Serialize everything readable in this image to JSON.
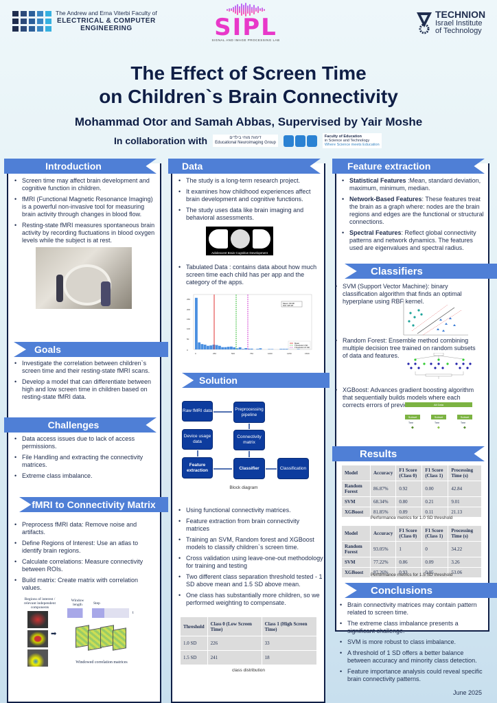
{
  "header": {
    "ece_logo": {
      "line1": "The Andrew and Erna Viterbi Faculty of",
      "line2": "ELECTRICAL & COMPUTER",
      "line3": "ENGINEERING"
    },
    "sipl_logo": {
      "name": "SIPL",
      "subtitle": "SIGNAL AND IMAGE PROCESSING LAB"
    },
    "technion_logo": {
      "name": "TECHNION",
      "line2": "Israel Institute",
      "line3": "of Technology"
    },
    "title_line1": "The Effect of Screen Time",
    "title_line2": "on Children`s Brain Connectivity",
    "authors": "Mohammad Otor and Samah Abbas, Supervised by Yair Moshe",
    "collab_label": "In collaboration with",
    "neuro_group": {
      "hebrew": "דימות מוחי בילדים",
      "english": "Educational Neuroimaging Group"
    },
    "edu_faculty": {
      "line1": "Faculty of Education",
      "line2": "in Science and Technology",
      "line3": "Where Science meets Education"
    }
  },
  "colors": {
    "banner": "#4f7fd6",
    "dark_navy": "#0f1e45",
    "box_blue": "#0d3c9e"
  },
  "introduction": {
    "title": "Introduction",
    "items": [
      "Screen time may affect brain development and cognitive function in children.",
      "fMRI (Functional Magnetic Resonance Imaging) is a powerful non-invasive tool for measuring brain activity through changes in blood flow.",
      "Resting-state fMRI measures spontaneous brain activity by recording fluctuations in blood oxygen levels while the subject is at rest."
    ]
  },
  "goals": {
    "title": "Goals",
    "items": [
      "Investigate the correlation between children`s screen time and their resting-state fMRI scans.",
      "Develop a model that can differentiate between high and low screen time in children based on resting-state fMRI data."
    ]
  },
  "challenges": {
    "title": "Challenges",
    "items": [
      "Data access issues due to lack of access permissions.",
      "File Handling and extracting the connectivity matrices.",
      "Extreme class imbalance."
    ]
  },
  "fmri_matrix": {
    "title": "fMRI to Connectivity Matrix",
    "items": [
      "Preprocess fMRI data: Remove noise and artifacts.",
      "Define Regions of Interest: Use an atlas to identify brain regions.",
      "Calculate correlations: Measure connectivity between ROIs.",
      "Build matrix: Create matrix with correlation values."
    ],
    "figure": {
      "roi_label": "Regions of interest / relevant independent components",
      "window_label": "Window length",
      "step_label": "Step",
      "matrices_label": "Windowed correlation matrices",
      "t_label": "t"
    }
  },
  "data": {
    "title": "Data",
    "items": [
      "The study is a long-term research project.",
      "It examines how childhood experiences affect brain development and cognitive functions.",
      "The study uses data like brain imaging and behavioral assessments."
    ],
    "abcd_caption": "Adolescent Brain Cognitive Development",
    "tabulated": "Tabulated Data : contains data about how much screen time each child has per app and the category of the apps."
  },
  "chart_data": {
    "type": "bar",
    "title": "",
    "xlabel": "",
    "ylabel": "",
    "x": [
      0,
      50,
      100,
      150,
      200,
      250,
      300,
      350,
      400,
      450,
      500,
      550,
      600,
      650,
      700,
      750,
      800,
      850,
      900,
      950,
      1000,
      1050,
      1100,
      1150,
      1200,
      1250,
      1300,
      1350,
      1400,
      1450,
      1500,
      1550,
      1600,
      1650,
      1700,
      1750,
      1800,
      1850,
      1900,
      1950
    ],
    "values": [
      270,
      37,
      28,
      25,
      19,
      21,
      25,
      23,
      19,
      12,
      12,
      14,
      15,
      11,
      6,
      11,
      3,
      7,
      4,
      4,
      0,
      3,
      6,
      0,
      0,
      2,
      2,
      0,
      0,
      3,
      3,
      3,
      0,
      0,
      0,
      2,
      0,
      0,
      0,
      0
    ],
    "ylim": [
      0,
      280
    ],
    "xlim": [
      0,
      2000
    ],
    "yticks": [
      0,
      25,
      50,
      75,
      100,
      125,
      150,
      175,
      200,
      225,
      250,
      275
    ],
    "xticks": [
      0,
      250,
      500,
      750,
      1000,
      1250,
      1500,
      1750,
      2000
    ],
    "vlines": [
      {
        "name": "Mean",
        "x": 286,
        "color": "#e03030",
        "style": "solid"
      },
      {
        "name": "Threshold 1 SD",
        "x": 570,
        "color": "#40c040",
        "style": "dashed"
      },
      {
        "name": "Threshold 1.5 SD",
        "x": 715,
        "color": "#d040d0",
        "style": "dashed"
      }
    ],
    "annotation": "Mean: 99.38\nStd: 115.20",
    "legend": [
      "Mean",
      "Threshold 1 SD",
      "Threshold 1.5 SD"
    ],
    "legend_position": "lower right",
    "grid": true
  },
  "solution": {
    "title": "Solution",
    "blocks": {
      "raw": "Raw fMRI data",
      "pre": "Preprocessing pipeline",
      "device": "Device usage data",
      "conn": "Connectivity matrix",
      "feat": "Feature extraction",
      "clf": "Classifier",
      "out": "Classification"
    },
    "diagram_caption": "Block diagram",
    "items": [
      "Using functional connectivity matrices.",
      "Feature extraction from brain connectivity matrices",
      "Training an SVM, Random forest and XGBoost models to classify children`s screen time.",
      "Cross validation using leave-one-out methodology for training and testing",
      "Two different class separation threshold tested - 1 SD above mean and 1.5 SD above mean.",
      "One class has substantially more children, so we performed weighting to compensate."
    ],
    "class_table": {
      "headers": [
        "Threshold",
        "Class 0 (Low Screen Time)",
        "Class 1 (High Screen Time)"
      ],
      "rows": [
        [
          "1.0 SD",
          "226",
          "33"
        ],
        [
          "1.5 SD",
          "241",
          "18"
        ]
      ],
      "caption": "class distribution"
    }
  },
  "feature_extraction": {
    "title": "Feature extraction",
    "items": [
      {
        "bold": "Statistical Features",
        "text": " :Mean, standard deviation, maximum, minimum, median."
      },
      {
        "bold": "Network-Based Features",
        "text": ": These features treat the brain as a graph where: nodes are the brain regions and edges are the functional or structural connections."
      },
      {
        "bold": "Spectral Features",
        "text": ": Reflect global connectivity patterns and network dynamics. The features used are eigenvalues and spectral radius."
      }
    ]
  },
  "classifiers": {
    "title": "Classifiers",
    "svm": "SVM (Support Vector Machine): binary classification algorithm that finds an optimal hyperplane using RBF kernel.",
    "rf": "Random Forest: Ensemble method combining multiple decision tree trained on random subsets of data and features.",
    "xgb": "XGBoost: Advances gradient boosting algorithm that sequentially builds models where each corrects errors of previous ones.",
    "xgb_fig": {
      "all": "All Data",
      "subset": "Subset",
      "tree": "Tree"
    }
  },
  "results": {
    "title": "Results",
    "headers": [
      "Model",
      "Accuracy",
      "F1 Score (Class 0)",
      "F1 Score (Class 1)",
      "Processing Time (s)"
    ],
    "table1": {
      "rows": [
        [
          "Random Forest",
          "86.87%",
          "0.92",
          "0.00",
          "42.84"
        ],
        [
          "SVM",
          "68.34%",
          "0.80",
          "0.21",
          "9.01"
        ],
        [
          "XGBoost",
          "81.85%",
          "0.89",
          "0.11",
          "21.13"
        ]
      ],
      "caption": "Performance metrics for 1.0 SD threshold"
    },
    "table2": {
      "rows": [
        [
          "Random Forest",
          "93.05%",
          "1",
          "0",
          "34.22"
        ],
        [
          "SVM",
          "77.22%",
          "0.86",
          "0.09",
          "3.26"
        ],
        [
          "XGBoost",
          "87.26%",
          "0.93",
          "0.05",
          "53.06"
        ]
      ],
      "caption": "Performance metrics for 1.5 SD threshold"
    }
  },
  "conclusions": {
    "title": "Conclusions",
    "items": [
      "Brain connectivity matrices may contain pattern related to screen time.",
      "The extreme class imbalance presents a significant challenge.",
      "SVM is more robust to class imbalance.",
      "A threshold of 1 SD offers a better balance between accuracy and minority class detection.",
      "Feature importance analysis could reveal specific brain connectivity patterns."
    ]
  },
  "footer": {
    "date": "June 2025"
  }
}
